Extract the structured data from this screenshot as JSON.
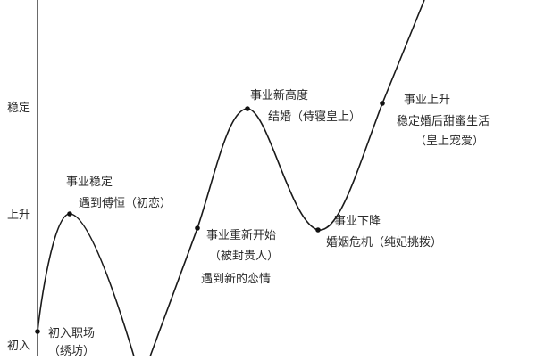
{
  "chart_data": {
    "type": "line",
    "title": "",
    "xlabel": "",
    "ylabel": "",
    "y_ticks": [
      "初入",
      "上升",
      "稳定"
    ],
    "colors": {
      "line": "#1a1a1a",
      "text": "#2b2b2b",
      "background": "#ffffff"
    },
    "points": [
      {
        "x": 42,
        "y": 372,
        "label": "初入职场（绣坊）"
      },
      {
        "x": 78,
        "y": 240,
        "label": "事业稳定 遇到傅恒（初恋）"
      },
      {
        "x": 150,
        "y": 400,
        "label": ""
      },
      {
        "x": 221,
        "y": 256,
        "label": "事业重新开始（被封贵人）遇到新的恋情"
      },
      {
        "x": 277,
        "y": 122,
        "label": "事业新高度 结婚（侍寝皇上）"
      },
      {
        "x": 356,
        "y": 258,
        "label": "事业下降 婚姻危机（纯妃挑拨）"
      },
      {
        "x": 428,
        "y": 116,
        "label": "事业上升 稳定婚后甜蜜生活（皇上宠爱）"
      },
      {
        "x": 475,
        "y": 0,
        "label": ""
      }
    ]
  },
  "axis": {
    "ticks": [
      {
        "label": "稳定",
        "y": 122
      },
      {
        "label": "上升",
        "y": 242
      },
      {
        "label": "初入",
        "y": 382
      }
    ]
  },
  "annotations": {
    "start": {
      "line1": "初入职场",
      "line2": "（绣坊）"
    },
    "peak1": {
      "line1": "事业稳定",
      "line2": "遇到傅恒（初恋）"
    },
    "restart": {
      "line1": "事业重新开始",
      "line2": "（被封贵人）",
      "line3": "遇到新的恋情"
    },
    "peak2": {
      "line1": "事业新高度",
      "line2": "结婚（侍寝皇上）"
    },
    "dip": {
      "line1": "事业下降",
      "line2": "婚姻危机（纯妃挑拨）"
    },
    "rise": {
      "line1": "事业上升",
      "line2": "稳定婚后甜蜜生活",
      "line3": "（皇上宠爱）"
    }
  }
}
